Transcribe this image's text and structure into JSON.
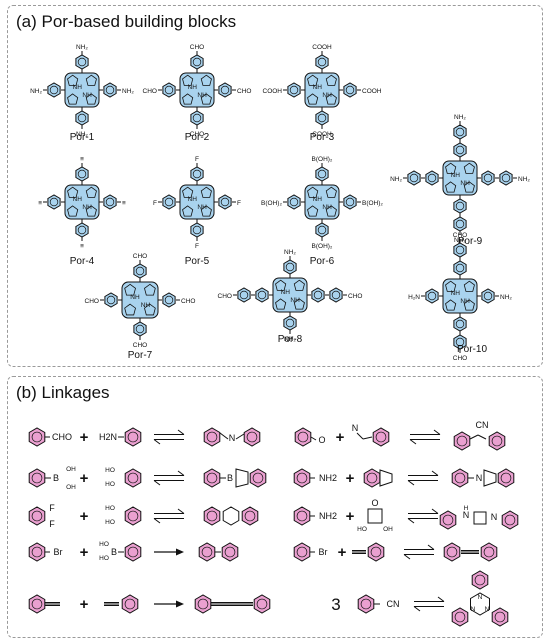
{
  "panel_a": {
    "title": "(a) Por-based building blocks",
    "molecules": [
      {
        "label": "Por-1",
        "substituent": "NH2"
      },
      {
        "label": "Por-2",
        "substituent": "CHO"
      },
      {
        "label": "Por-3",
        "substituent": "COOH"
      },
      {
        "label": "Por-9",
        "substituent": "NH2"
      },
      {
        "label": "Por-4",
        "substituent": "alkyne"
      },
      {
        "label": "Por-5",
        "substituent": "F"
      },
      {
        "label": "Por-6",
        "substituent": "B(OH)2"
      },
      {
        "label": "Por-7",
        "substituent": "CHO"
      },
      {
        "label": "Por-8",
        "substituent": "CHO / NH2"
      },
      {
        "label": "Por-10",
        "substituent": "CHO / NH2"
      }
    ],
    "core_label": "NH"
  },
  "panel_b": {
    "title": "(b) Linkages",
    "groups": {
      "cho": "CHO",
      "h2n": "H2N",
      "nh2": "NH2",
      "br": "Br",
      "cn": "CN",
      "b": "B",
      "oh": "OH",
      "ho": "HO",
      "f": "F",
      "n": "N",
      "o": "O",
      "h": "H"
    },
    "plus": "+",
    "trimer_count": "3"
  },
  "colors": {
    "porphyrin_fill": "#a9d3ee",
    "benzene_fill": "#eaa0d0",
    "border": "#9a9a9a"
  }
}
